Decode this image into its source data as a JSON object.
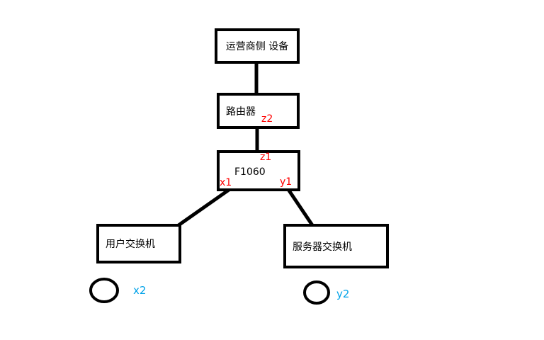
{
  "diagram_title": "network-topology-sketch",
  "colors": {
    "background": "#ffffff",
    "stroke": "#000000",
    "port_label": "#ff0000",
    "endpoint_label": "#00a2e8"
  },
  "nodes": {
    "carrier": {
      "label": "运营商侧 设备"
    },
    "router": {
      "label": "路由器"
    },
    "firewall": {
      "label": "F1060"
    },
    "user_switch": {
      "label": "用户交换机"
    },
    "server_switch": {
      "label": "服务器交换机"
    }
  },
  "ports": {
    "z2": {
      "label": "z2",
      "color": "#ff0000"
    },
    "z1": {
      "label": "z1",
      "color": "#ff0000"
    },
    "x1": {
      "label": "x1",
      "color": "#ff0000"
    },
    "y1": {
      "label": "y1",
      "color": "#ff0000"
    },
    "x2": {
      "label": "x2",
      "color": "#00a2e8"
    },
    "y2": {
      "label": "y2",
      "color": "#00a2e8"
    }
  }
}
